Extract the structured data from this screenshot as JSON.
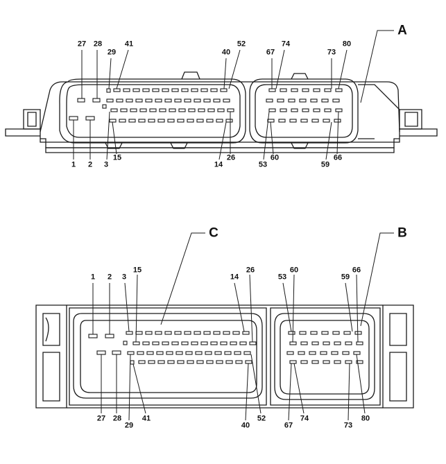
{
  "callouts": {
    "A": "A",
    "B": "B",
    "C": "C"
  },
  "top_view": {
    "pins": [
      "27",
      "28",
      "29",
      "41",
      "40",
      "52",
      "67",
      "74",
      "73",
      "80",
      "1",
      "2",
      "3",
      "15",
      "14",
      "26",
      "53",
      "60",
      "59",
      "66"
    ]
  },
  "bottom_view": {
    "pins": [
      "1",
      "2",
      "3",
      "15",
      "14",
      "26",
      "53",
      "60",
      "59",
      "66",
      "27",
      "28",
      "29",
      "41",
      "40",
      "52",
      "67",
      "74",
      "73",
      "80"
    ]
  },
  "colors": {
    "line": "#1a1a1a",
    "background": "#ffffff"
  }
}
